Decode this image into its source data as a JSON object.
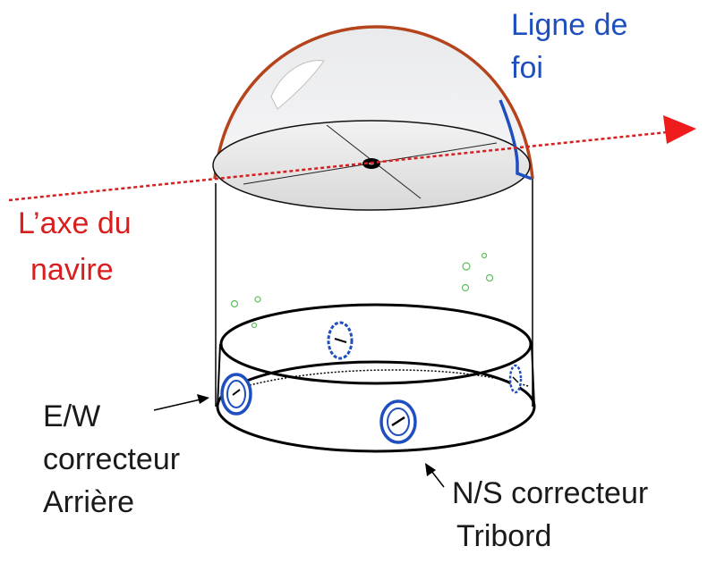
{
  "labels": {
    "ligne_line1": "Ligne de",
    "ligne_line2": "foi",
    "axe_line1": "L’axe du",
    "axe_line2": "navire",
    "ew_line1": "E/W",
    "ew_line2": "correcteur",
    "ew_line3": "Arrière",
    "ns_line1": "N/S correcteur",
    "ns_line2": "Tribord"
  },
  "colors": {
    "ship_axis": "#d81e1e",
    "lubber_line": "#1f4fbf",
    "dome_outline": "#b5441c",
    "corrector_magnet": "#1f4fbf",
    "bubbles": "#5cbf5c",
    "outline": "#000000"
  }
}
